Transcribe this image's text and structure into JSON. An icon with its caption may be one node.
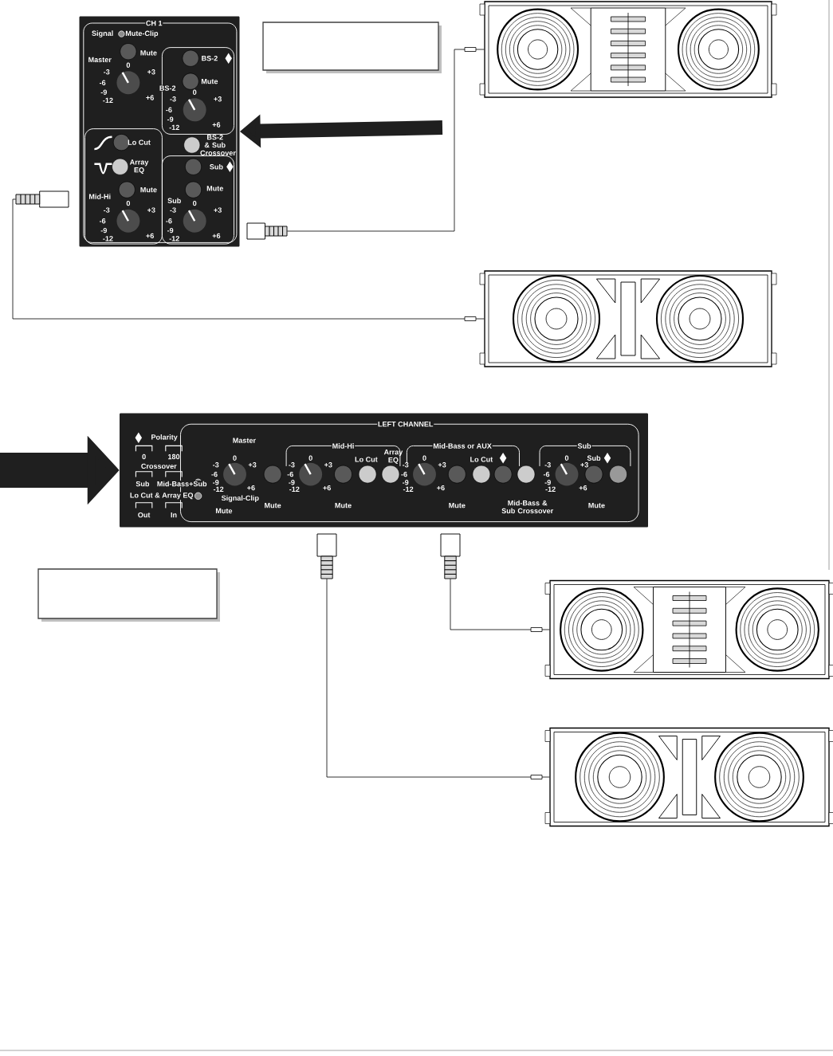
{
  "diagram": {
    "nodes": [
      {
        "text": [],
        "shape": "box"
      },
      {
        "text": [],
        "shape": "panel"
      },
      {
        "text": [],
        "shape": "picture"
      },
      {
        "text": [],
        "shape": "picture"
      },
      {
        "text": [],
        "shape": "plug"
      },
      {
        "text": [],
        "shape": "plug"
      },
      {
        "text": [],
        "shape": "panel"
      },
      {
        "text": [],
        "shape": "box"
      },
      {
        "text": [],
        "shape": "plug"
      },
      {
        "text": [],
        "shape": "plug"
      },
      {
        "text": [],
        "shape": "picture"
      },
      {
        "text": [],
        "shape": "picture"
      }
    ],
    "edges": [
      {
        "from": 5,
        "to": 2,
        "arrow": "none"
      },
      {
        "from": 4,
        "to": 3,
        "arrow": "none"
      },
      {
        "from": null,
        "to": 1,
        "arrow": "to",
        "style": "thick"
      },
      {
        "from": null,
        "to": 6,
        "arrow": "to",
        "style": "thick"
      },
      {
        "from": 9,
        "to": 10,
        "arrow": "none"
      },
      {
        "from": 8,
        "to": 11,
        "arrow": "none"
      }
    ],
    "labels": [
      "CH 1",
      "Signal",
      "Mute-Clip",
      "Master",
      "Mute",
      "BS-2",
      "Mute",
      "BS-2",
      "Lo Cut",
      "Array EQ",
      "BS-2 & Sub Crossover",
      "Sub",
      "Mute",
      "Mid-Hi",
      "Mute",
      "Sub",
      "0",
      "-3",
      "-6",
      "-9",
      "-12",
      "+3",
      "+6",
      "0",
      "-3",
      "-6",
      "-9",
      "-12",
      "+3",
      "+6",
      "0",
      "-3",
      "-6",
      "-9",
      "-12",
      "+3",
      "+6",
      "0",
      "-3",
      "-6",
      "-9",
      "-12",
      "+3",
      "+6",
      "Polarity",
      "0",
      "180",
      "Crossover",
      "Sub",
      "Mid-Bass+Sub",
      "Lo Cut & Array EQ",
      "Out",
      "In",
      "Master",
      "Signal-Clip",
      "Mute",
      "LEFT CHANNEL",
      "Mid-Hi",
      "Lo Cut",
      "Array EQ",
      "Mute",
      "Mute",
      "Mid-Bass or AUX",
      "Lo Cut",
      "Mute",
      "Mid-Bass & Sub Crossover",
      "Sub",
      "Sub",
      "Mute",
      "0",
      "-3",
      "-6",
      "-9",
      "-12",
      "+3",
      "+6",
      "0",
      "-3",
      "-6",
      "-9",
      "-12",
      "+3",
      "+6",
      "0",
      "-3",
      "-6",
      "-9",
      "-12",
      "+3",
      "+6",
      "0",
      "-3",
      "-6",
      "-9",
      "-12",
      "+3",
      "+6"
    ]
  }
}
